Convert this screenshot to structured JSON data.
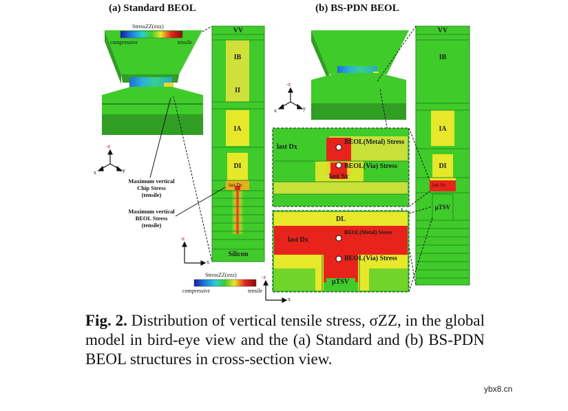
{
  "panels": {
    "a": {
      "label": "(a)",
      "title": "Standard BEOL"
    },
    "b": {
      "label": "(b)",
      "title": "BS-PDN BEOL"
    }
  },
  "colorbar": {
    "title": "StressZZ(σzz)",
    "left_label": "compressive",
    "right_label": "tensile"
  },
  "axes": {
    "neg_z": "-z",
    "x": "x",
    "y": "y"
  },
  "annotations": {
    "chip_stress": [
      "Maximum vertical",
      "Chip Stress",
      "(tensile)"
    ],
    "beol_stress": [
      "Maximum vertical",
      "BEOL Stress",
      "(tensile)"
    ]
  },
  "layers_a": {
    "vv": "VV",
    "ib": "IB",
    "ii": "II",
    "ia": "IA",
    "di": "DI",
    "lastdx": "last Dx",
    "silicon": "Silicon"
  },
  "layers_b": {
    "vv": "VV",
    "ib": "IB",
    "ia": "IA",
    "di": "DI",
    "lastsx": "last Sx",
    "utsv": "μTSV"
  },
  "inset_top": {
    "last_dx": "last Dx",
    "beol_metal": "BEOL(Metal) Stress",
    "beol_via": "BEOL(Via) Stress",
    "last_sx": "last Sx"
  },
  "inset_bottom": {
    "dl": "DL",
    "last_dx": "last Dx",
    "beol_metal": "BEOL(Metal) Stress",
    "beol_via": "BEOL(Via) Stress",
    "utsv": "μTSV"
  },
  "caption": {
    "fig_label": "Fig. 2.",
    "text": "Distribution of vertical tensile stress, σZZ, in the global model in bird-eye view and the (a) Standard and (b) BS-PDN BEOL structures in cross-section view."
  },
  "watermark": "ybx8.cn",
  "colors": {
    "green": "#3fcc2a",
    "dark_green": "#2f9e22",
    "yellow": "#e8e82a",
    "red": "#e8231b"
  }
}
